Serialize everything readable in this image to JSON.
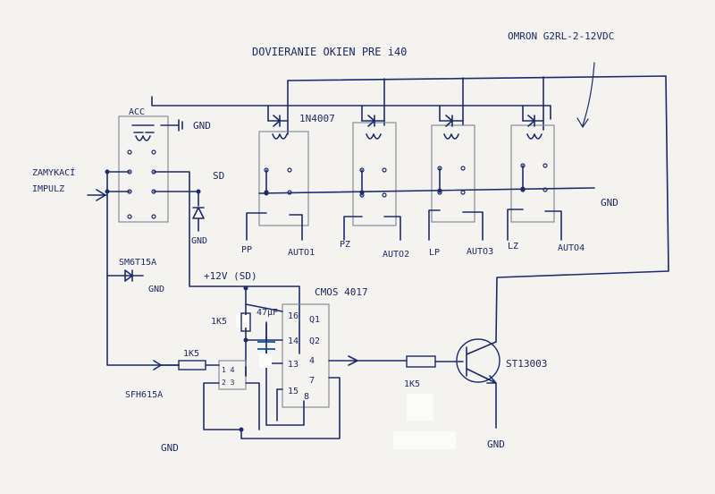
{
  "title": "DOVIERANIE OKIEN PRE i40",
  "relay_type": "OMRON G2RL-2-12VDC",
  "labels": {
    "acc": "ACC",
    "gnd": "GND",
    "zamykaci": "ZAMYKACÍ",
    "impulz": "IMPULZ",
    "sd": "SD",
    "diode": "1N4007",
    "pp": "PP",
    "auto1": "AUTO1",
    "pz": "PZ",
    "auto2": "AUTO2",
    "lp": "LP",
    "auto3": "AUTO3",
    "lz": "LZ",
    "auto4": "AUTO4",
    "tvs": "SM6T15A",
    "v12": "+12V (SD)",
    "cmos": "CMOS 4017",
    "r1": "1K5",
    "cap": "47μF",
    "r2": "1K5",
    "opto": "SFH615A",
    "r3": "1K5",
    "transistor": "ST13003",
    "pin16": "16",
    "pin14": "14",
    "pin13": "13",
    "pin15": "15",
    "pin8": "8",
    "pin7": "7",
    "pin4": "4",
    "q1": "Q1",
    "q2": "Q2",
    "opto_pins": "1  4",
    "opto_pins2": "2  3"
  }
}
